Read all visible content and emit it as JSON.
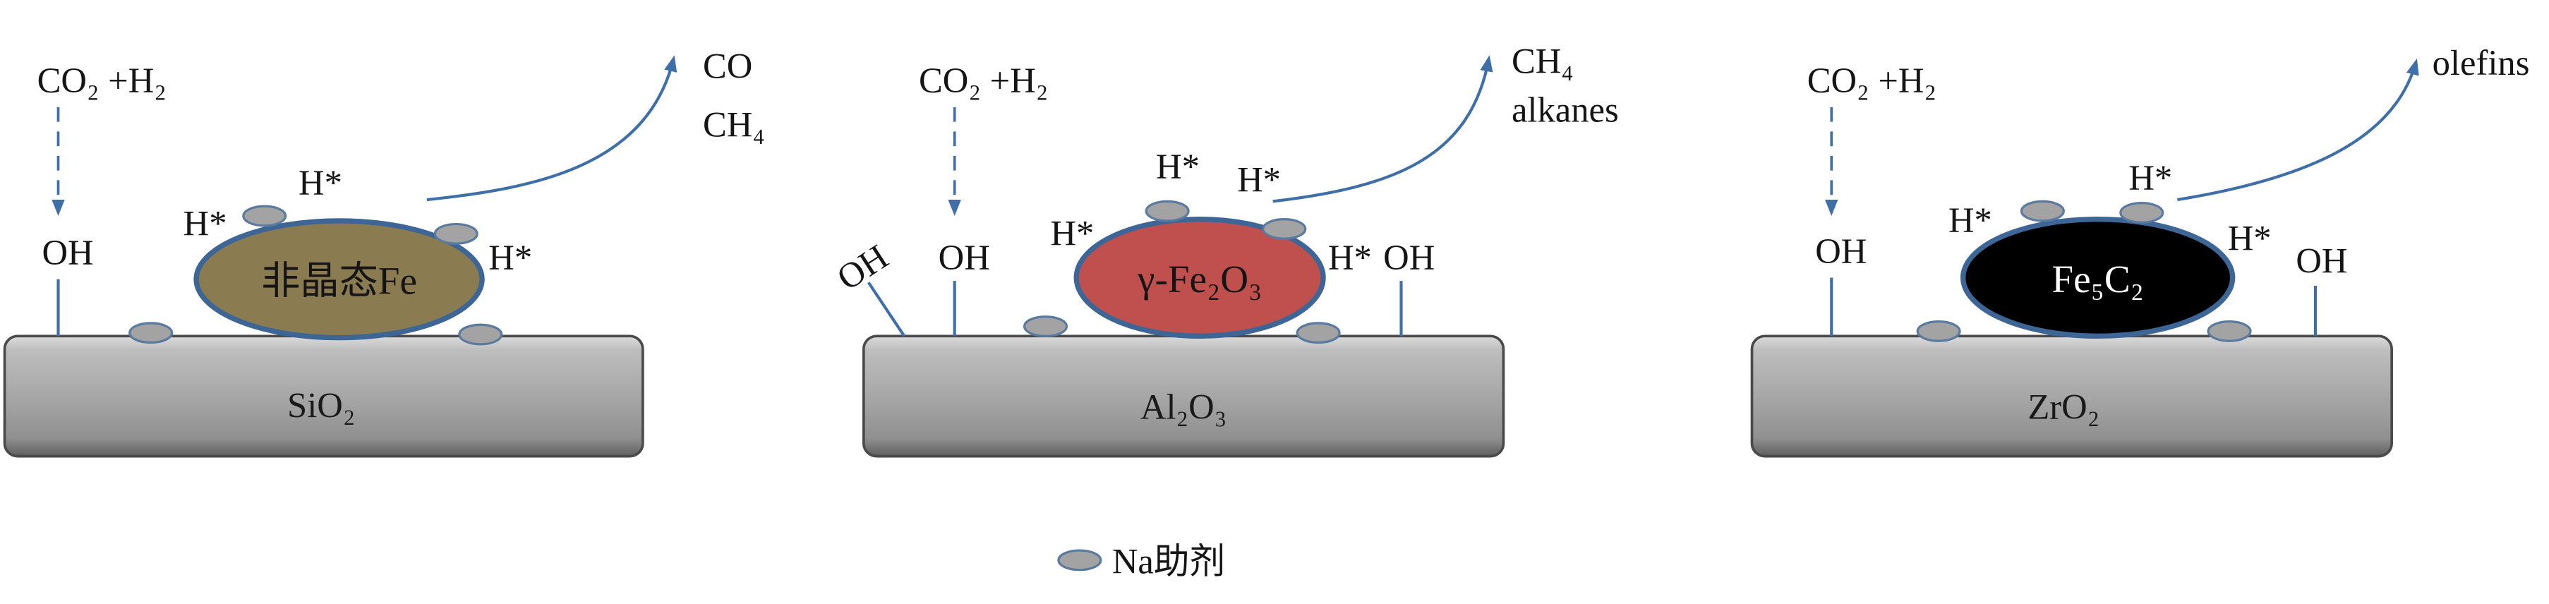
{
  "colors": {
    "arrow": "#3f6fa8",
    "bond": "#3f6fa8",
    "catalyst_outline": "#3d6696",
    "catalyst_1": "#8a7c50",
    "catalyst_2": "#c0504d",
    "catalyst_3": "#000000",
    "catalyst_3_text": "#ffffff",
    "na_fill": "#a3a3a3",
    "na_outline": "#5a7aa0"
  },
  "panels": [
    {
      "reactant": "CO₂ +H₂",
      "support": "SiO₂",
      "catalyst": "非晶态Fe",
      "products": [
        "CO",
        "CH₄"
      ],
      "oh_labels": [
        "OH"
      ],
      "h_labels": [
        "H*",
        "H*",
        "H*"
      ]
    },
    {
      "reactant": "CO₂ +H₂",
      "support": "Al₂O₃",
      "catalyst": "γ-Fe₂O₃",
      "products": [
        "CH₄",
        "alkanes"
      ],
      "oh_labels": [
        "OH",
        "OH",
        "OH"
      ],
      "h_labels": [
        "H*",
        "H*",
        "H*",
        "H*"
      ]
    },
    {
      "reactant": "CO₂ +H₂",
      "support": "ZrO₂",
      "catalyst": "Fe₅C₂",
      "products": [
        "olefins"
      ],
      "oh_labels": [
        "OH",
        "OH"
      ],
      "h_labels": [
        "H*",
        "H*",
        "H*"
      ]
    }
  ],
  "legend": {
    "label": "Na助剂",
    "icon": "na-promoter-particle"
  }
}
